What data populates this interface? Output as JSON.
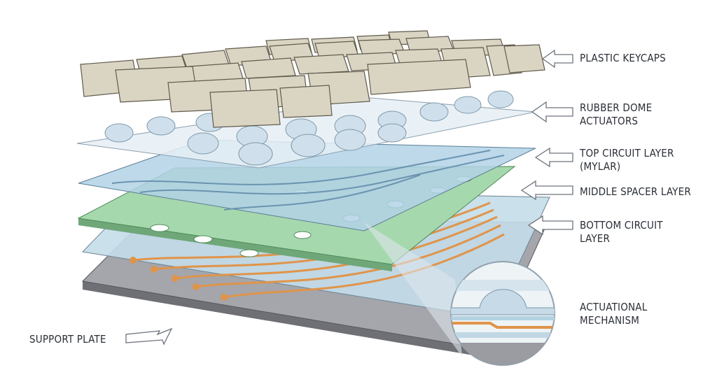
{
  "labels": {
    "keycaps": "PLASTIC KEYCAPS",
    "domes": "RUBBER DOME\nACTUATORS",
    "top_circuit": "TOP CIRCUIT LAYER\n(MYLAR)",
    "spacer": "MIDDLE SPACER LAYER",
    "bottom_circuit": "BOTTOM CIRCUIT\nLAYER",
    "mechanism": "ACTUATIONAL\nMECHANISM",
    "support": "SUPPORT PLATE"
  },
  "colors": {
    "keycap": "#d8d3c0",
    "dome_sheet": "#dfe9f1",
    "top_circuit": "#a9cbe0",
    "spacer": "#9fd3a8",
    "bottom_circuit": "#b4d3e2",
    "trace": "#e0944a",
    "support": "#9a9ca1"
  }
}
